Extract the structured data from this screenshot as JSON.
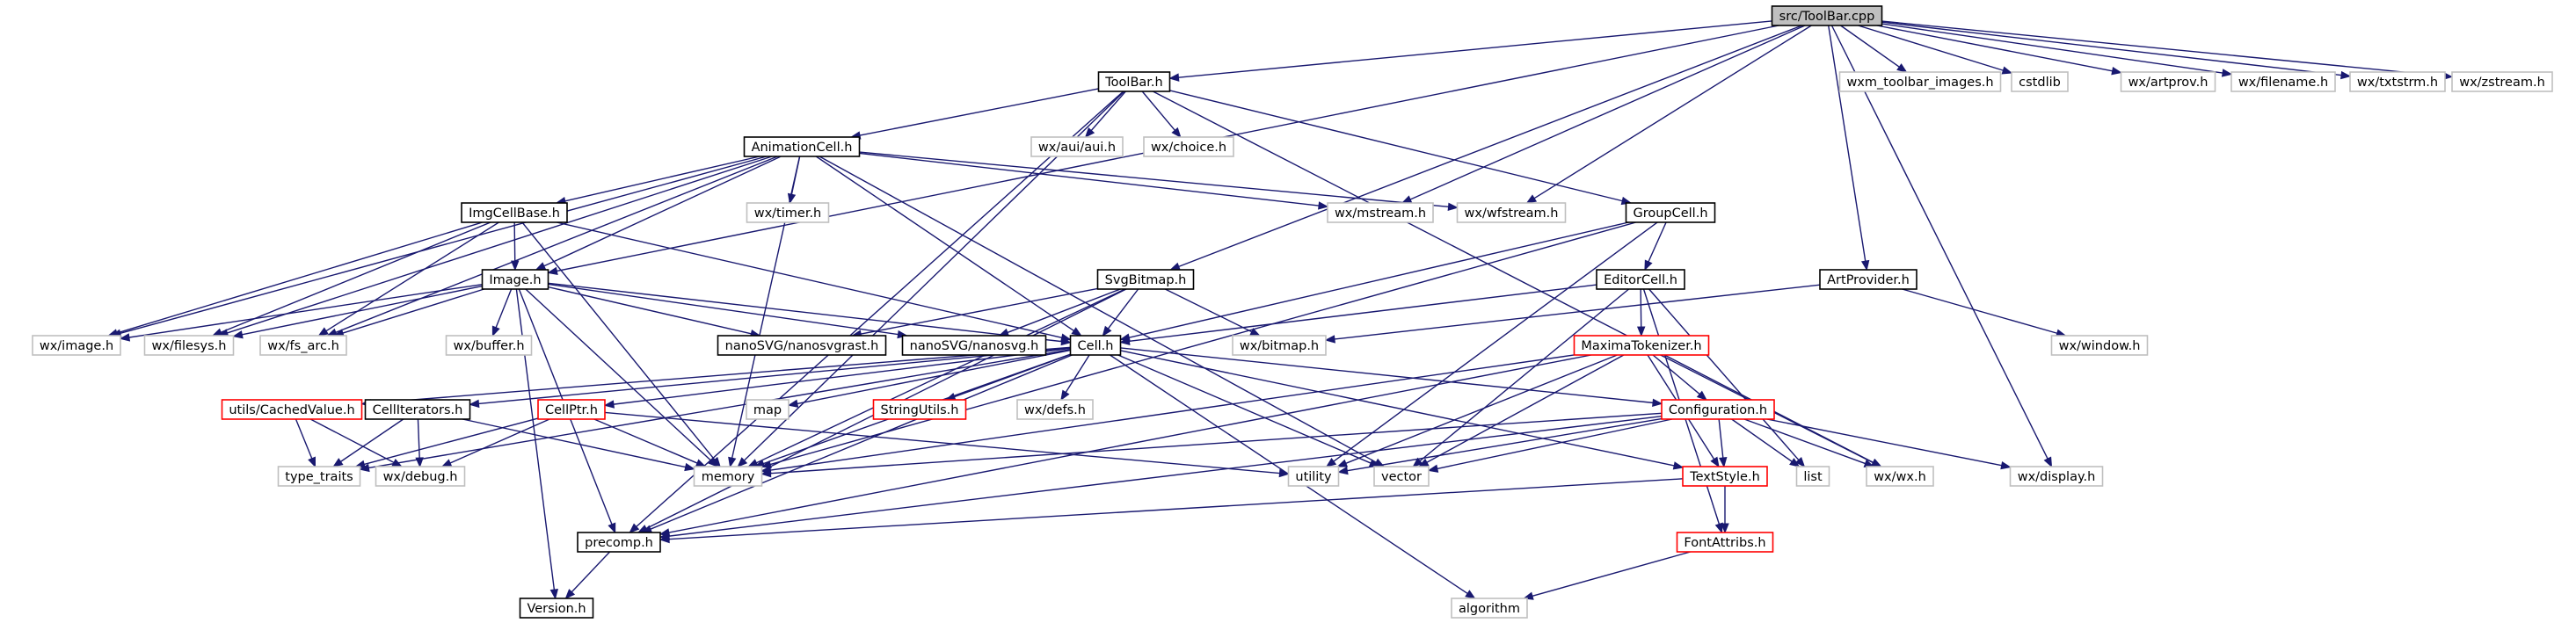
{
  "diagram": {
    "root": "src/ToolBar.cpp",
    "nodes": [
      {
        "id": "root",
        "label": "src/ToolBar.cpp",
        "kind": "root"
      },
      {
        "id": "toolbar_h",
        "label": "ToolBar.h",
        "kind": "doc"
      },
      {
        "id": "wxm_toolbar_images",
        "label": "wxm_toolbar_images.h",
        "kind": "ext"
      },
      {
        "id": "cstdlib",
        "label": "cstdlib",
        "kind": "ext"
      },
      {
        "id": "wx_artprov",
        "label": "wx/artprov.h",
        "kind": "ext"
      },
      {
        "id": "wx_filename",
        "label": "wx/filename.h",
        "kind": "ext"
      },
      {
        "id": "wx_txtstrm",
        "label": "wx/txtstrm.h",
        "kind": "ext"
      },
      {
        "id": "wx_zstream",
        "label": "wx/zstream.h",
        "kind": "ext"
      },
      {
        "id": "animationcell",
        "label": "AnimationCell.h",
        "kind": "doc"
      },
      {
        "id": "wx_aui",
        "label": "wx/aui/aui.h",
        "kind": "ext"
      },
      {
        "id": "wx_choice",
        "label": "wx/choice.h",
        "kind": "ext"
      },
      {
        "id": "imgcellbase",
        "label": "ImgCellBase.h",
        "kind": "doc"
      },
      {
        "id": "wx_timer",
        "label": "wx/timer.h",
        "kind": "ext"
      },
      {
        "id": "wx_mstream",
        "label": "wx/mstream.h",
        "kind": "ext"
      },
      {
        "id": "wx_wfstream",
        "label": "wx/wfstream.h",
        "kind": "ext"
      },
      {
        "id": "groupcell",
        "label": "GroupCell.h",
        "kind": "doc"
      },
      {
        "id": "svgbitmap",
        "label": "SvgBitmap.h",
        "kind": "doc"
      },
      {
        "id": "editorcell",
        "label": "EditorCell.h",
        "kind": "doc"
      },
      {
        "id": "artprovider",
        "label": "ArtProvider.h",
        "kind": "doc"
      },
      {
        "id": "image_h",
        "label": "Image.h",
        "kind": "doc"
      },
      {
        "id": "wx_image",
        "label": "wx/image.h",
        "kind": "ext"
      },
      {
        "id": "wx_filesys",
        "label": "wx/filesys.h",
        "kind": "ext"
      },
      {
        "id": "wx_fs_arc",
        "label": "wx/fs_arc.h",
        "kind": "ext"
      },
      {
        "id": "wx_buffer",
        "label": "wx/buffer.h",
        "kind": "ext"
      },
      {
        "id": "nanosvgrast",
        "label": "nanoSVG/nanosvgrast.h",
        "kind": "doc"
      },
      {
        "id": "nanosvg",
        "label": "nanoSVG/nanosvg.h",
        "kind": "doc"
      },
      {
        "id": "cell_h",
        "label": "Cell.h",
        "kind": "doc"
      },
      {
        "id": "wx_bitmap",
        "label": "wx/bitmap.h",
        "kind": "ext"
      },
      {
        "id": "maximatokenizer",
        "label": "MaximaTokenizer.h",
        "kind": "red"
      },
      {
        "id": "wx_window",
        "label": "wx/window.h",
        "kind": "ext"
      },
      {
        "id": "cachedvalue",
        "label": "utils/CachedValue.h",
        "kind": "red"
      },
      {
        "id": "celliterators",
        "label": "CellIterators.h",
        "kind": "doc"
      },
      {
        "id": "cellptr",
        "label": "CellPtr.h",
        "kind": "red"
      },
      {
        "id": "map",
        "label": "map",
        "kind": "ext"
      },
      {
        "id": "stringutils",
        "label": "StringUtils.h",
        "kind": "red"
      },
      {
        "id": "wx_defs",
        "label": "wx/defs.h",
        "kind": "ext"
      },
      {
        "id": "configuration",
        "label": "Configuration.h",
        "kind": "red"
      },
      {
        "id": "type_traits",
        "label": "type_traits",
        "kind": "ext"
      },
      {
        "id": "wx_debug",
        "label": "wx/debug.h",
        "kind": "ext"
      },
      {
        "id": "memory",
        "label": "memory",
        "kind": "ext"
      },
      {
        "id": "utility",
        "label": "utility",
        "kind": "ext"
      },
      {
        "id": "vector",
        "label": "vector",
        "kind": "ext"
      },
      {
        "id": "textstyle",
        "label": "TextStyle.h",
        "kind": "red"
      },
      {
        "id": "list",
        "label": "list",
        "kind": "ext"
      },
      {
        "id": "wx_wx",
        "label": "wx/wx.h",
        "kind": "ext"
      },
      {
        "id": "wx_display",
        "label": "wx/display.h",
        "kind": "ext"
      },
      {
        "id": "precomp",
        "label": "precomp.h",
        "kind": "doc"
      },
      {
        "id": "fontattribs",
        "label": "FontAttribs.h",
        "kind": "red"
      },
      {
        "id": "version",
        "label": "Version.h",
        "kind": "doc"
      },
      {
        "id": "algorithm",
        "label": "algorithm",
        "kind": "ext"
      }
    ],
    "edges": [
      [
        "root",
        "toolbar_h"
      ],
      [
        "root",
        "wxm_toolbar_images"
      ],
      [
        "root",
        "cstdlib"
      ],
      [
        "root",
        "wx_artprov"
      ],
      [
        "root",
        "wx_filename"
      ],
      [
        "root",
        "wx_txtstrm"
      ],
      [
        "root",
        "wx_zstream"
      ],
      [
        "root",
        "image_h"
      ],
      [
        "root",
        "wx_mstream"
      ],
      [
        "root",
        "wx_wfstream"
      ],
      [
        "root",
        "svgbitmap"
      ],
      [
        "root",
        "artprovider"
      ],
      [
        "root",
        "wx_display"
      ],
      [
        "toolbar_h",
        "animationcell"
      ],
      [
        "toolbar_h",
        "wx_aui"
      ],
      [
        "toolbar_h",
        "wx_choice"
      ],
      [
        "toolbar_h",
        "groupcell"
      ],
      [
        "toolbar_h",
        "precomp"
      ],
      [
        "toolbar_h",
        "memory"
      ],
      [
        "toolbar_h",
        "wx_wx"
      ],
      [
        "animationcell",
        "imgcellbase"
      ],
      [
        "animationcell",
        "wx_timer"
      ],
      [
        "animationcell",
        "wx_mstream"
      ],
      [
        "animationcell",
        "wx_wfstream"
      ],
      [
        "animationcell",
        "image_h"
      ],
      [
        "animationcell",
        "wx_image"
      ],
      [
        "animationcell",
        "wx_filesys"
      ],
      [
        "animationcell",
        "wx_fs_arc"
      ],
      [
        "animationcell",
        "cell_h"
      ],
      [
        "animationcell",
        "memory"
      ],
      [
        "animationcell",
        "vector"
      ],
      [
        "imgcellbase",
        "image_h"
      ],
      [
        "imgcellbase",
        "wx_image"
      ],
      [
        "imgcellbase",
        "wx_filesys"
      ],
      [
        "imgcellbase",
        "wx_fs_arc"
      ],
      [
        "imgcellbase",
        "cell_h"
      ],
      [
        "imgcellbase",
        "memory"
      ],
      [
        "groupcell",
        "editorcell"
      ],
      [
        "groupcell",
        "cell_h"
      ],
      [
        "groupcell",
        "utility"
      ],
      [
        "groupcell",
        "memory"
      ],
      [
        "svgbitmap",
        "nanosvgrast"
      ],
      [
        "svgbitmap",
        "nanosvg"
      ],
      [
        "svgbitmap",
        "cell_h"
      ],
      [
        "svgbitmap",
        "wx_bitmap"
      ],
      [
        "svgbitmap",
        "precomp"
      ],
      [
        "svgbitmap",
        "memory"
      ],
      [
        "editorcell",
        "cell_h"
      ],
      [
        "editorcell",
        "maximatokenizer"
      ],
      [
        "editorcell",
        "list"
      ],
      [
        "editorcell",
        "fontattribs"
      ],
      [
        "editorcell",
        "vector"
      ],
      [
        "artprovider",
        "wx_bitmap"
      ],
      [
        "artprovider",
        "wx_window"
      ],
      [
        "image_h",
        "wx_image"
      ],
      [
        "image_h",
        "wx_filesys"
      ],
      [
        "image_h",
        "wx_fs_arc"
      ],
      [
        "image_h",
        "wx_buffer"
      ],
      [
        "image_h",
        "nanosvgrast"
      ],
      [
        "image_h",
        "nanosvg"
      ],
      [
        "image_h",
        "cell_h"
      ],
      [
        "image_h",
        "precomp"
      ],
      [
        "image_h",
        "memory"
      ],
      [
        "image_h",
        "version"
      ],
      [
        "cell_h",
        "cachedvalue"
      ],
      [
        "cell_h",
        "celliterators"
      ],
      [
        "cell_h",
        "cellptr"
      ],
      [
        "cell_h",
        "map"
      ],
      [
        "cell_h",
        "stringutils"
      ],
      [
        "cell_h",
        "wx_defs"
      ],
      [
        "cell_h",
        "configuration"
      ],
      [
        "cell_h",
        "algorithm"
      ],
      [
        "cell_h",
        "memory"
      ],
      [
        "cell_h",
        "vector"
      ],
      [
        "cell_h",
        "textstyle"
      ],
      [
        "cell_h",
        "type_traits"
      ],
      [
        "cell_h",
        "precomp"
      ],
      [
        "maximatokenizer",
        "configuration"
      ],
      [
        "maximatokenizer",
        "textstyle"
      ],
      [
        "maximatokenizer",
        "memory"
      ],
      [
        "maximatokenizer",
        "utility"
      ],
      [
        "maximatokenizer",
        "vector"
      ],
      [
        "maximatokenizer",
        "precomp"
      ],
      [
        "maximatokenizer",
        "wx_wx"
      ],
      [
        "configuration",
        "textstyle"
      ],
      [
        "configuration",
        "memory"
      ],
      [
        "configuration",
        "utility"
      ],
      [
        "configuration",
        "vector"
      ],
      [
        "configuration",
        "list"
      ],
      [
        "configuration",
        "wx_wx"
      ],
      [
        "configuration",
        "wx_display"
      ],
      [
        "configuration",
        "precomp"
      ],
      [
        "cachedvalue",
        "type_traits"
      ],
      [
        "cachedvalue",
        "wx_debug"
      ],
      [
        "celliterators",
        "type_traits"
      ],
      [
        "celliterators",
        "wx_debug"
      ],
      [
        "celliterators",
        "memory"
      ],
      [
        "cellptr",
        "type_traits"
      ],
      [
        "cellptr",
        "wx_debug"
      ],
      [
        "cellptr",
        "memory"
      ],
      [
        "cellptr",
        "utility"
      ],
      [
        "textstyle",
        "precomp"
      ],
      [
        "textstyle",
        "fontattribs"
      ],
      [
        "fontattribs",
        "algorithm"
      ],
      [
        "precomp",
        "version"
      ]
    ]
  }
}
